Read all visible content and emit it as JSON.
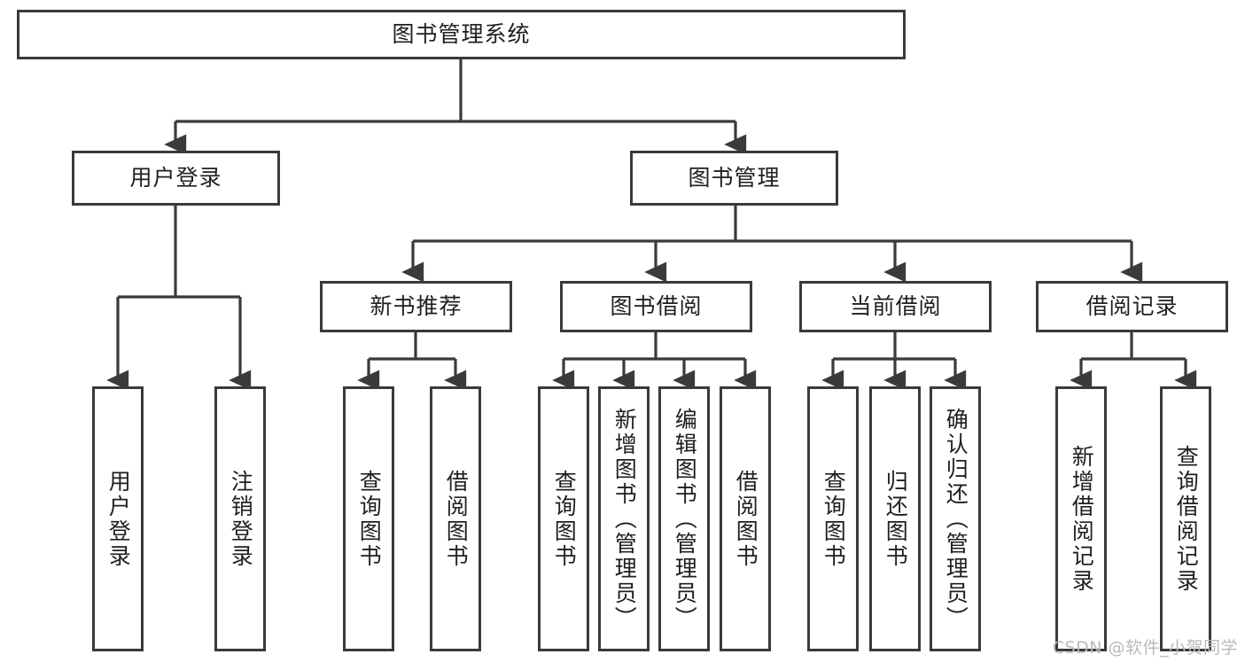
{
  "diagram": {
    "title_node": {
      "label": "图书管理系统"
    },
    "level2": [
      {
        "label": "用户登录"
      },
      {
        "label": "图书管理"
      }
    ],
    "level3": [
      {
        "label": "新书推荐"
      },
      {
        "label": "图书借阅"
      },
      {
        "label": "当前借阅"
      },
      {
        "label": "借阅记录"
      }
    ],
    "leaves": {
      "user_login": [
        {
          "label": "用户登录"
        },
        {
          "label": "注销登录"
        }
      ],
      "new_book_recommend": [
        {
          "label": "查询图书"
        },
        {
          "label": "借阅图书"
        }
      ],
      "book_borrow": [
        {
          "label": "查询图书"
        },
        {
          "label": "新增图书（管理员）"
        },
        {
          "label": "编辑图书（管理员）"
        },
        {
          "label": "借阅图书"
        }
      ],
      "current_borrow": [
        {
          "label": "查询图书"
        },
        {
          "label": "归还图书"
        },
        {
          "label": "确认归还（管理员）"
        }
      ],
      "borrow_record": [
        {
          "label": "新增借阅记录"
        },
        {
          "label": "查询借阅记录"
        }
      ]
    }
  },
  "watermark": {
    "text": "CSDN @软件_小贺同学"
  },
  "colors": {
    "border": "#3a3a3a",
    "background": "#ffffff",
    "text": "#1f1f1f",
    "watermark": "#b9b9b9"
  }
}
